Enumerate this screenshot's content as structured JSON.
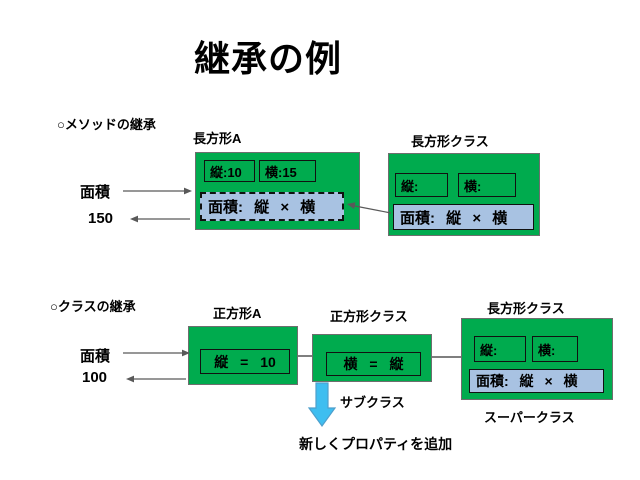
{
  "title": "継承の例",
  "colors": {
    "box_green": "#00AB4E",
    "panel_blue": "#A8C2E2",
    "arrow_blue": "#3EBEF0",
    "arrow_blue_border": "#4E9FCC",
    "line_gray": "#595959",
    "connector_gray": "#7F7F7F",
    "border_gray": "#6E6E6E"
  },
  "method_inheritance": {
    "heading": "○メソッドの継承",
    "caller": {
      "request_label": "面積",
      "result_value": "150"
    },
    "rectangle_a": {
      "title": "長方形A",
      "fields": [
        "縦:10",
        "横:15"
      ],
      "method_text": "面積: 縦 × 横"
    },
    "rectangle_class": {
      "title": "長方形クラス",
      "fields": [
        "縦:",
        "横:"
      ],
      "method_text": "面積: 縦 × 横"
    }
  },
  "class_inheritance": {
    "heading": "○クラスの継承",
    "caller": {
      "request_label": "面積",
      "result_value": "100"
    },
    "square_a": {
      "title": "正方形A",
      "field_text": "縦 = 10"
    },
    "square_class": {
      "title": "正方形クラス",
      "field_text": "横 = 縦"
    },
    "rectangle_class": {
      "title": "長方形クラス",
      "fields": [
        "縦:",
        "横:"
      ],
      "method_text": "面積: 縦 × 横"
    },
    "subclass_label": "サブクラス",
    "superclass_label": "スーパークラス",
    "note": "新しくプロパティを追加"
  }
}
